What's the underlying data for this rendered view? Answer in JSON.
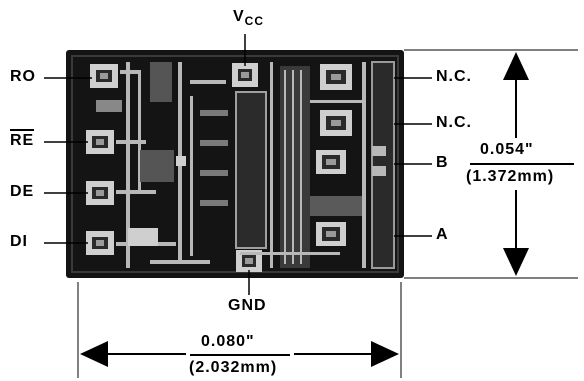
{
  "pins": {
    "vcc": {
      "main": "V",
      "sub": "CC"
    },
    "gnd": "GND",
    "ro": "RO",
    "re": "RE",
    "de": "DE",
    "di": "DI",
    "nc1": "N.C.",
    "nc2": "N.C.",
    "b": "B",
    "a": "A"
  },
  "height_dim": {
    "inches": "0.054\"",
    "mm": "(1.372mm)"
  },
  "width_dim": {
    "inches": "0.080\"",
    "mm": "(2.032mm)"
  },
  "colors": {
    "die_bg": "#141414",
    "pad": "#cfcfcf",
    "metal": "#b8b8b8",
    "line": "#000000"
  }
}
